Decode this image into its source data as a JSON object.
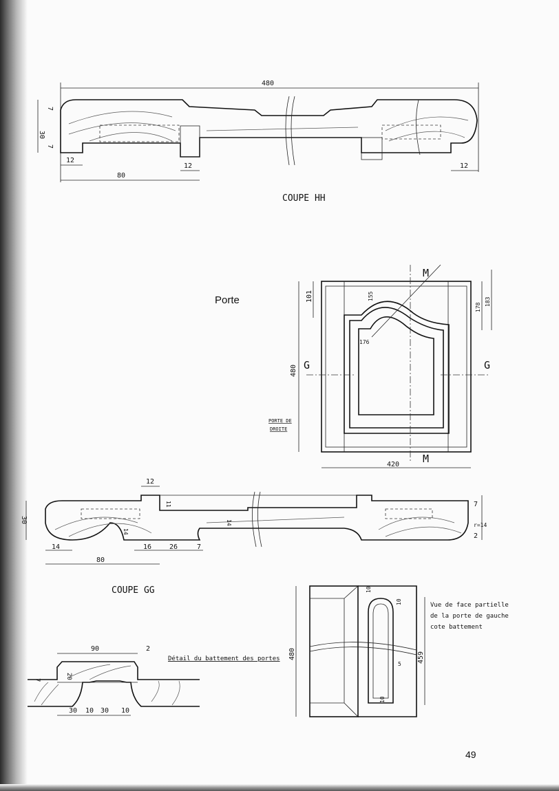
{
  "section_hh": {
    "title": "COUPE HH",
    "dims": {
      "overall": "480",
      "thickness": "30",
      "top_step": "7",
      "bottom_step": "7",
      "left_edge": "12",
      "frame_width": "80",
      "rebate": "12",
      "right_edge": "12"
    }
  },
  "door": {
    "title": "Porte",
    "side_label_1": "PORTE DE",
    "side_label_2": "DROITE",
    "section_marks": {
      "m": "M",
      "g": "G"
    },
    "dims": {
      "height": "480",
      "width": "420",
      "d101": "101",
      "d155": "155",
      "d176": "176",
      "d178": "178",
      "d183": "183"
    }
  },
  "section_gg": {
    "title": "COUPE GG",
    "dims": {
      "thickness": "30",
      "top": "12",
      "panel_top": "11",
      "left_edge": "14",
      "frame_width": "80",
      "d16": "16",
      "d26": "26",
      "d7b": "7",
      "panel": "14",
      "panel_thk": "14",
      "right_top": "7",
      "right_bottom": "2",
      "radius": "r=14"
    }
  },
  "detail": {
    "title": "Détail du battement des portes",
    "dims": {
      "width": "90",
      "gap": "2",
      "step": "7",
      "height": "20",
      "a": "30",
      "b": "10",
      "c": "30",
      "d": "10"
    }
  },
  "partial_view": {
    "caption_1": "Vue de face partielle",
    "caption_2": "de la porte de gauche",
    "caption_3": "cote battement",
    "dims": {
      "height": "480",
      "inner": "459",
      "top1": "10",
      "top2": "10",
      "mid": "5",
      "bottom": "10"
    }
  },
  "page_number": "49"
}
